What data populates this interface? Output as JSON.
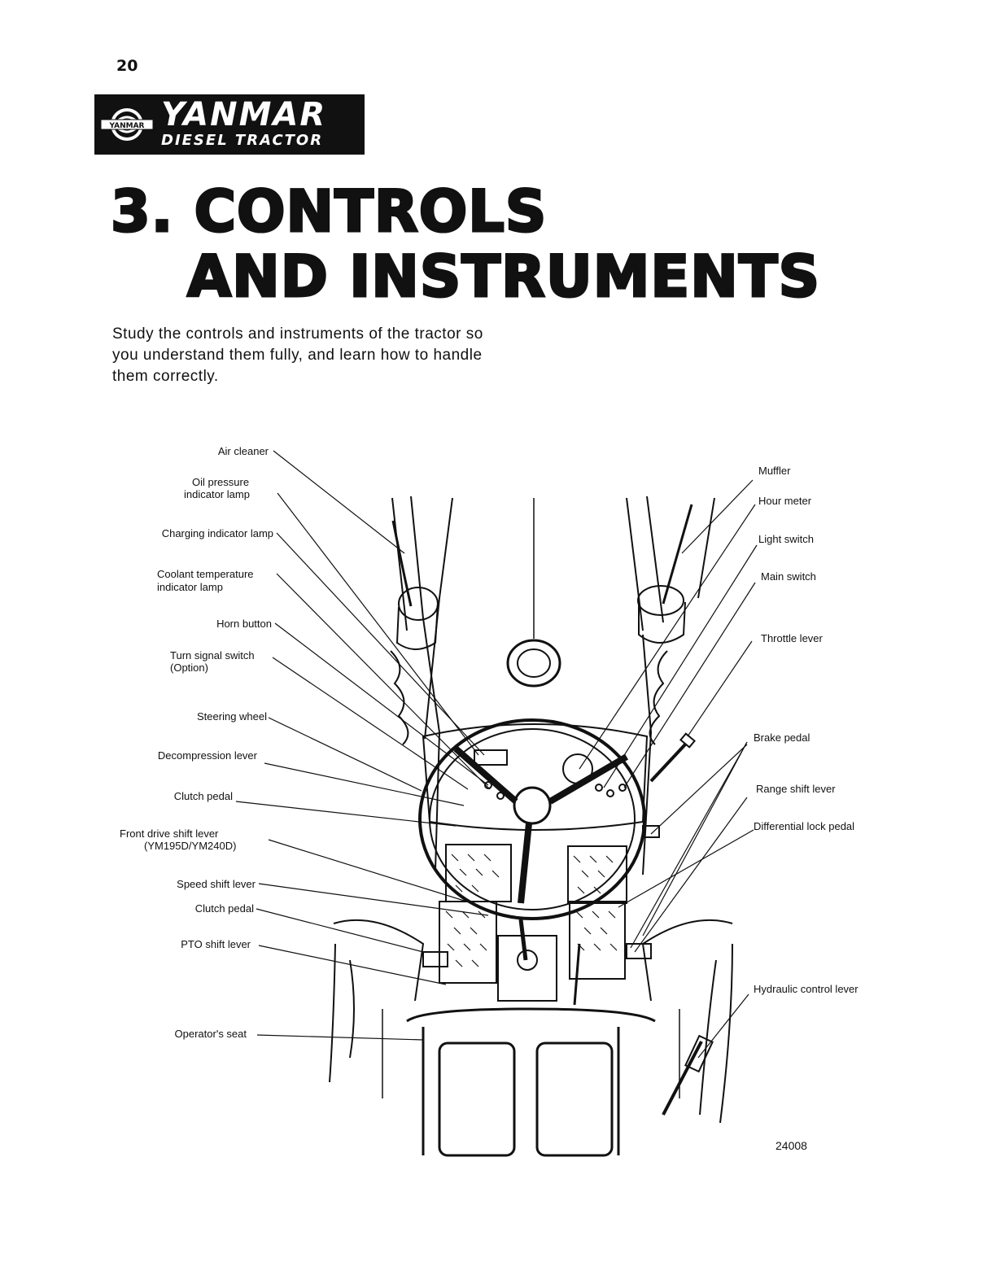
{
  "page_number": "20",
  "logo": {
    "emblem_text": "YANMAR",
    "brand": "YANMAR",
    "subtitle": "DIESEL TRACTOR"
  },
  "title": {
    "line1": "3. CONTROLS",
    "line2": "AND INSTRUMENTS"
  },
  "intro": "Study the controls and instruments of the tractor so you understand them fully, and learn how to handle them correctly.",
  "labels_left": {
    "air_cleaner": "Air cleaner",
    "oil_pressure_1": "Oil pressure",
    "oil_pressure_2": "indicator lamp",
    "charging": "Charging indicator lamp",
    "coolant_1": "Coolant temperature",
    "coolant_2": "indicator lamp",
    "horn": "Horn button",
    "turn_1": "Turn signal switch",
    "turn_2": "(Option)",
    "steering": "Steering wheel",
    "decompression": "Decompression lever",
    "clutch_1": "Clutch pedal",
    "front_drive_1": "Front drive shift lever",
    "front_drive_2": "(YM195D/YM240D)",
    "speed_shift": "Speed shift lever",
    "clutch_2": "Clutch pedal",
    "pto": "PTO shift lever",
    "seat": "Operator's seat"
  },
  "labels_right": {
    "muffler": "Muffler",
    "hour_meter": "Hour meter",
    "light_switch": "Light switch",
    "main_switch": "Main switch",
    "throttle": "Throttle lever",
    "brake": "Brake pedal",
    "range_shift": "Range shift lever",
    "diff_lock": "Differential lock pedal",
    "hydraulic": "Hydraulic control lever"
  },
  "figure_number": "24008"
}
